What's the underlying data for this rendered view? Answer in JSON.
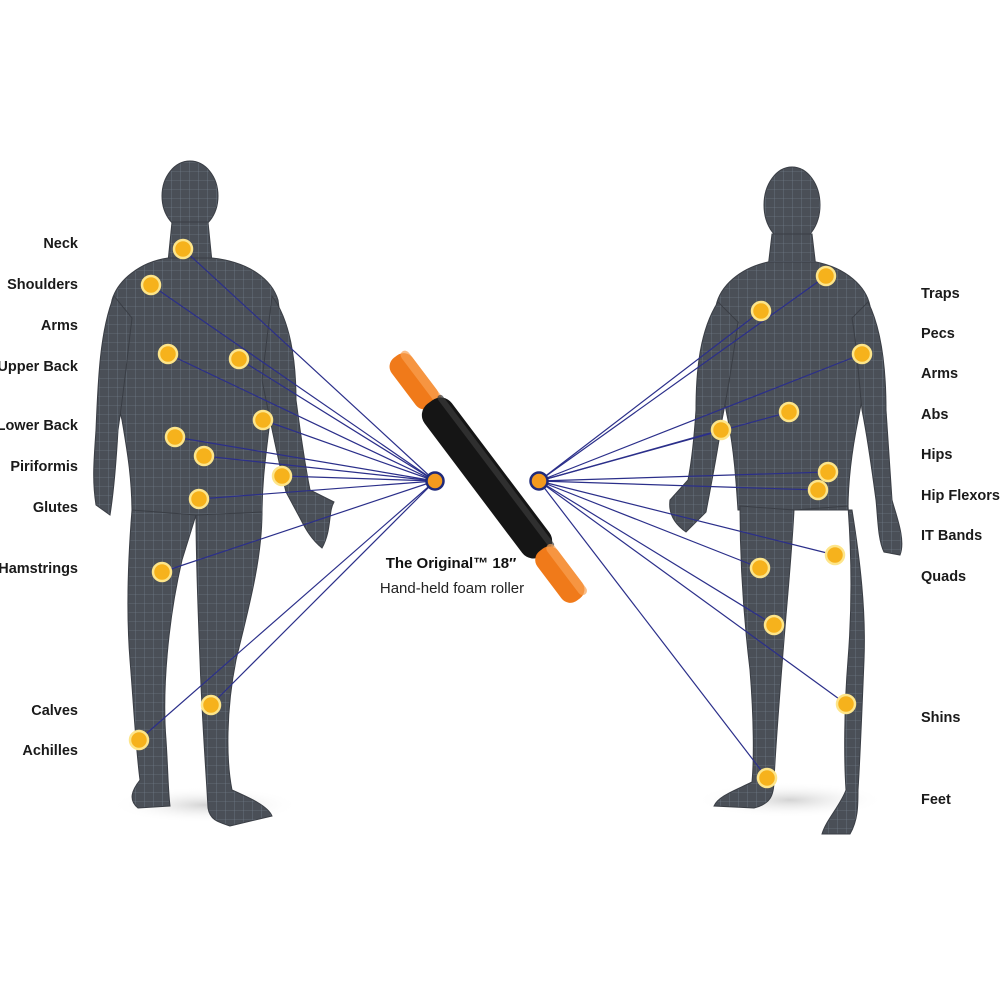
{
  "colors": {
    "body_fill": "#4a4f57",
    "body_mesh": "#7b8694",
    "marker_fill": "#f6b21c",
    "marker_ring": "#fde58a",
    "line": "#2b2f8a",
    "hub_fill": "#f39a1e",
    "hub_ring": "#1f2a7a",
    "roller_orange": "#f07a1a",
    "roller_black": "#151515",
    "label": "#1a1a1a"
  },
  "product": {
    "title": "The Original™ 18″",
    "subtitle": "Hand-held foam roller"
  },
  "back_view": {
    "labels": [
      "Neck",
      "Shoulders",
      "Arms",
      "Upper Back",
      "Lower Back",
      "Piriformis",
      "Glutes",
      "Hamstrings",
      "Calves",
      "Achilles"
    ]
  },
  "front_view": {
    "labels": [
      "Traps",
      "Pecs",
      "Arms",
      "Abs",
      "Hips",
      "Hip Flexors",
      "IT Bands",
      "Quads",
      "Shins",
      "Feet"
    ]
  }
}
